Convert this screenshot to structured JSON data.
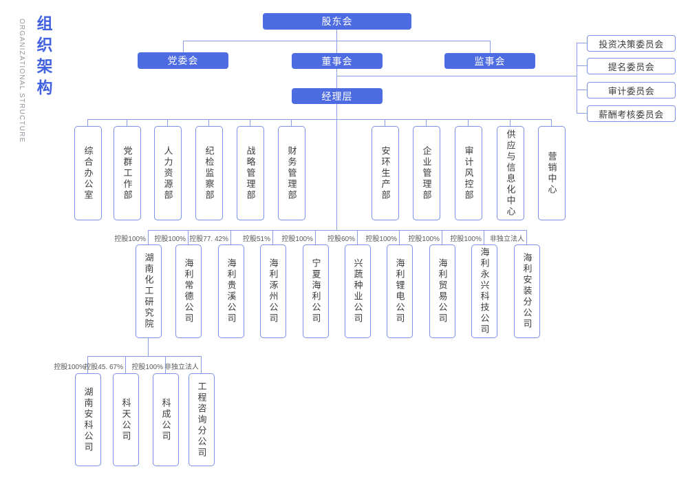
{
  "page_title": {
    "zh": "组织架构",
    "en": "ORGANIZATIONAL STRUCTURE"
  },
  "colors": {
    "primary_fill": "#4e6ce2",
    "connector_line": "#8b9ce9",
    "outline_border": "#7b8fe4",
    "title_blue": "#4262df",
    "label_gray": "#595959",
    "subtitle_gray": "#8f959e"
  },
  "governance": {
    "shareholders": "股东会",
    "party_committee": "党委会",
    "board": "董事会",
    "supervisory": "监事会",
    "management": "经理层"
  },
  "board_committees": [
    "投资决策委员会",
    "提名委员会",
    "审计委员会",
    "薪酬考核委员会"
  ],
  "departments": [
    "综合办公室",
    "党群工作部",
    "人力资源部",
    "纪检监察部",
    "战略管理部",
    "财务管理部",
    "安环生产部",
    "企业管理部",
    "审计风控部",
    "供应与信息化中心",
    "营销中心"
  ],
  "subsidiaries": [
    {
      "name": "湖南化工研究院",
      "ownership": "控股100%"
    },
    {
      "name": "海利常德公司",
      "ownership": "控股100%"
    },
    {
      "name": "海利贵溪公司",
      "ownership": "控股77. 42%"
    },
    {
      "name": "海利涿州公司",
      "ownership": "控股51%"
    },
    {
      "name": "宁夏海利公司",
      "ownership": "控股100%"
    },
    {
      "name": "兴蔬种业公司",
      "ownership": "控股60%"
    },
    {
      "name": "海利锂电公司",
      "ownership": "控股100%"
    },
    {
      "name": "海利贸易公司",
      "ownership": "控股100%"
    },
    {
      "name": "海利永兴科技公司",
      "ownership": "控股100%"
    },
    {
      "name": "海利安装分公司",
      "ownership": "非独立法人"
    }
  ],
  "research_institute_subsidiaries": [
    {
      "name": "湖南安科公司",
      "ownership": "控股100%"
    },
    {
      "name": "科天公司",
      "ownership": "控股45. 67%"
    },
    {
      "name": "科成公司",
      "ownership": "控股100%"
    },
    {
      "name": "工程咨询分公司",
      "ownership": "非独立法人"
    }
  ]
}
